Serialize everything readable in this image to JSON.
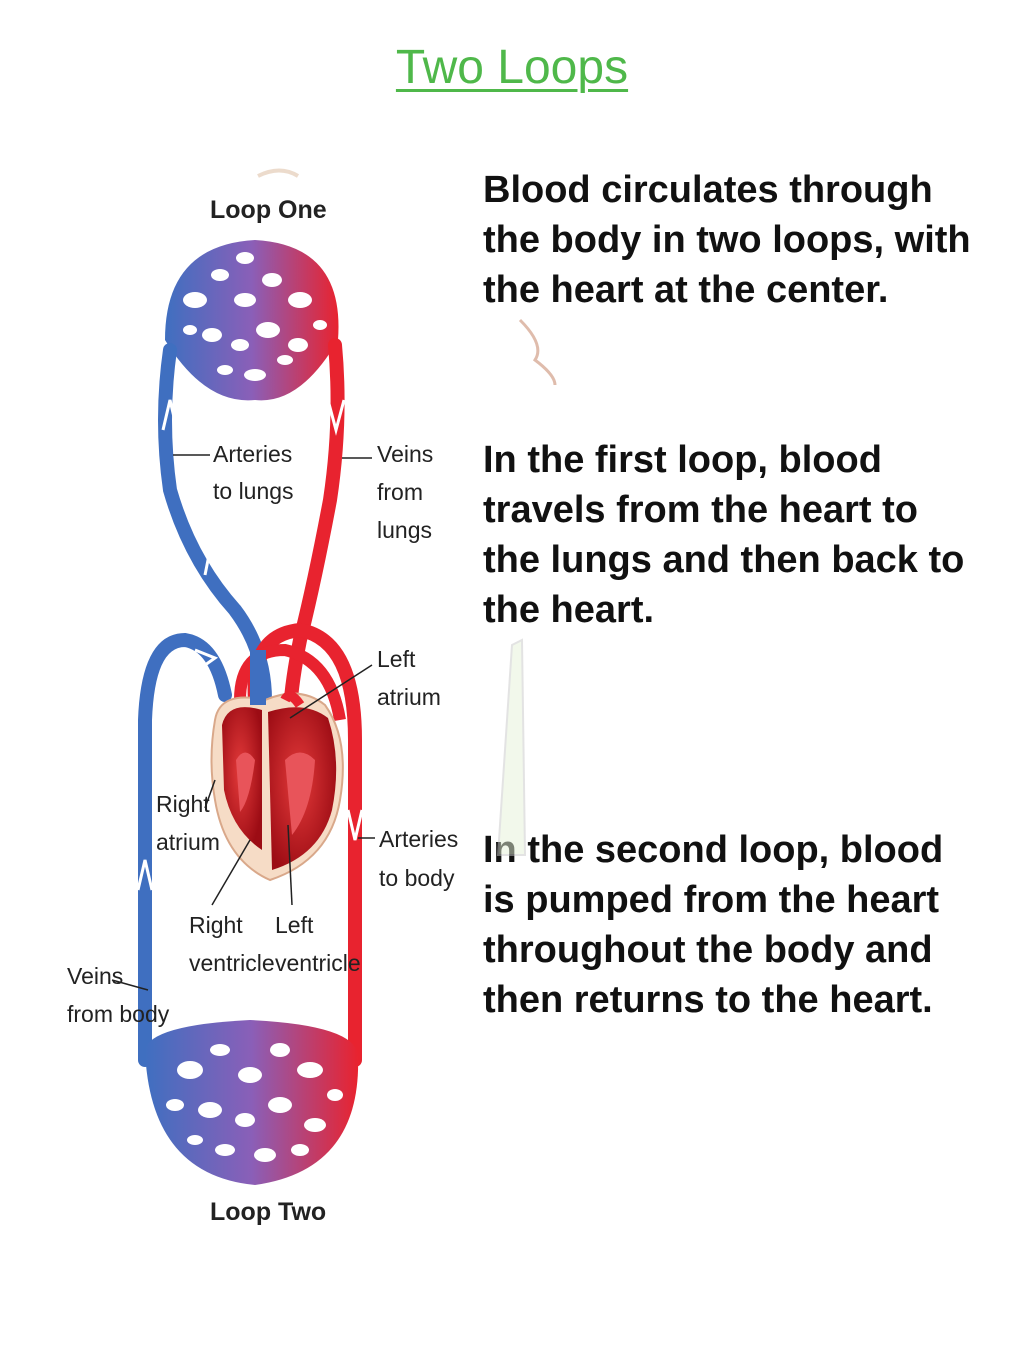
{
  "title": "Two Loops",
  "paragraphs": [
    "Blood circulates through the body in two loops, with the heart at the center.",
    " In the first loop, blood travels from the heart to the lungs and then back to the heart.",
    " In the second loop, blood is pumped from the heart throughout the body and then returns to the heart."
  ],
  "diagram": {
    "loop_one": "Loop One",
    "loop_two": "Loop Two",
    "arteries_to_lungs": [
      "Arteries",
      "to lungs"
    ],
    "veins_from_lungs": [
      "Veins",
      "from",
      "lungs"
    ],
    "left_atrium": [
      "Left",
      "atrium"
    ],
    "right_atrium": [
      "Right",
      "atrium"
    ],
    "arteries_to_body": [
      "Arteries",
      "to body"
    ],
    "right_ventricle": [
      "Right",
      "ventricle"
    ],
    "left_ventricle": [
      "Left",
      "ventricle"
    ],
    "veins_from_body": [
      "Veins",
      "from body"
    ]
  },
  "colors": {
    "title": "#4fb84a",
    "oxygenated": "#e8232f",
    "deoxygenated": "#3f6fc0",
    "heart": "#c8141e"
  }
}
